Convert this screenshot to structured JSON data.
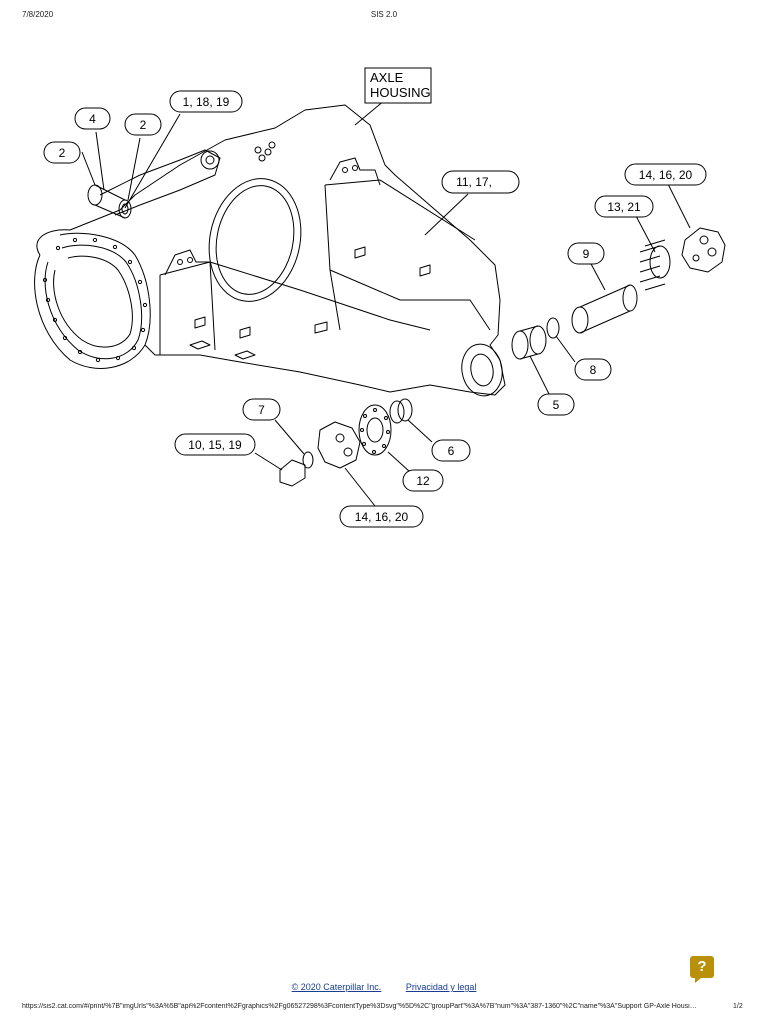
{
  "header": {
    "date": "7/8/2020",
    "title": "SIS 2.0"
  },
  "diagram": {
    "box_label": {
      "line1": "AXLE",
      "line2": "HOUSING"
    },
    "callouts": [
      {
        "id": "c-1-18-19",
        "text": "1, 18, 19"
      },
      {
        "id": "c-4",
        "text": "4"
      },
      {
        "id": "c-2a",
        "text": "2"
      },
      {
        "id": "c-2b",
        "text": "2"
      },
      {
        "id": "c-11-17",
        "text": "11, 17,"
      },
      {
        "id": "c-14-16-20-top",
        "text": "14, 16, 20"
      },
      {
        "id": "c-13-21",
        "text": "13, 21"
      },
      {
        "id": "c-9",
        "text": "9"
      },
      {
        "id": "c-8",
        "text": "8"
      },
      {
        "id": "c-5",
        "text": "5"
      },
      {
        "id": "c-7",
        "text": "7"
      },
      {
        "id": "c-10-15-19",
        "text": "10, 15, 19"
      },
      {
        "id": "c-6",
        "text": "6"
      },
      {
        "id": "c-12",
        "text": "12"
      },
      {
        "id": "c-14-16-20-bot",
        "text": "14, 16, 20"
      }
    ]
  },
  "footer": {
    "copyright": "© 2020 Caterpillar Inc.",
    "privacy": "Privacidad y legal",
    "help_icon": "question-mark-icon",
    "help_color": "#b8900a",
    "url": "https://sis2.cat.com/#/print/%7B\"imgUrls\"%3A%5B\"api%2Fcontent%2Fgraphics%2Fg06527298%3FcontentType%3Dsvg\"%5D%2C\"groupPart\"%3A%7B\"num\"%3A\"387-1360\"%2C\"name\"%3A\"Support GP-Axle Housi…",
    "page": "1/2"
  }
}
